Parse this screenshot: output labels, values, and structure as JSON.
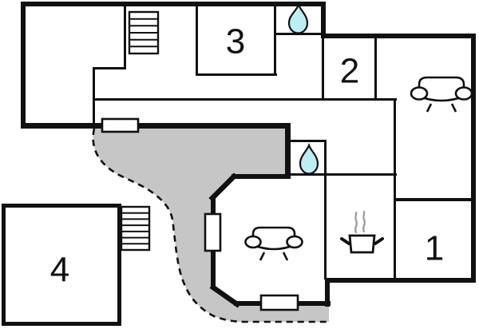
{
  "plan": {
    "rooms": [
      {
        "id": "room-1",
        "label": "1"
      },
      {
        "id": "room-2",
        "label": "2"
      },
      {
        "id": "room-3",
        "label": "3"
      },
      {
        "id": "room-4",
        "label": "4"
      }
    ],
    "colors": {
      "background": "#ffffff",
      "walls": "#111111",
      "terrace": "#c6c6c6",
      "water": "#bdeef3",
      "steam": "#999999"
    },
    "icons": [
      {
        "name": "water-drop-icon"
      },
      {
        "name": "water-drop-icon"
      },
      {
        "name": "sofa-icon"
      },
      {
        "name": "sofa-icon"
      },
      {
        "name": "cooking-pot-icon"
      },
      {
        "name": "stairs-icon"
      },
      {
        "name": "stairs-icon"
      }
    ]
  }
}
